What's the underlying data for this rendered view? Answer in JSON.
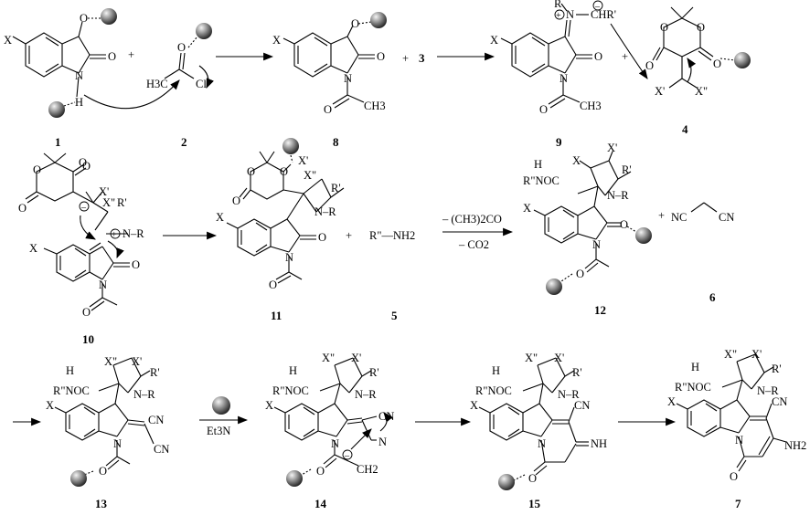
{
  "compounds": {
    "c1": "1",
    "c2": "2",
    "c8": "8",
    "c3": "3",
    "c9": "9",
    "c4": "4",
    "c10": "10",
    "c11": "11",
    "c5": "5",
    "c12": "12",
    "c6": "6",
    "c13": "13",
    "c14": "14",
    "c15": "15",
    "c7": "7"
  },
  "labels": {
    "X": "X",
    "O": "O",
    "N": "N",
    "H": "H",
    "R": "R",
    "Rp": "R'",
    "Xp": "X'",
    "Xpp": "X\"",
    "Cl": "Cl",
    "H3C": "H3C",
    "CH3": "CH3",
    "NR": "N–R",
    "NminusR": "N–R",
    "CHRp": "CHR'",
    "RppNOC": "R\"NOC",
    "RppNH2": "R\"—NH2",
    "NC": "NC",
    "CN": "CN",
    "NH": "NH",
    "NH2": "NH2",
    "CH2": "CH2",
    "plus_sign": "+",
    "plus": "+",
    "minus": "–"
  },
  "conditions": {
    "above": "– (CH3)2CO",
    "below": "– CO2",
    "base": "Et3N"
  }
}
